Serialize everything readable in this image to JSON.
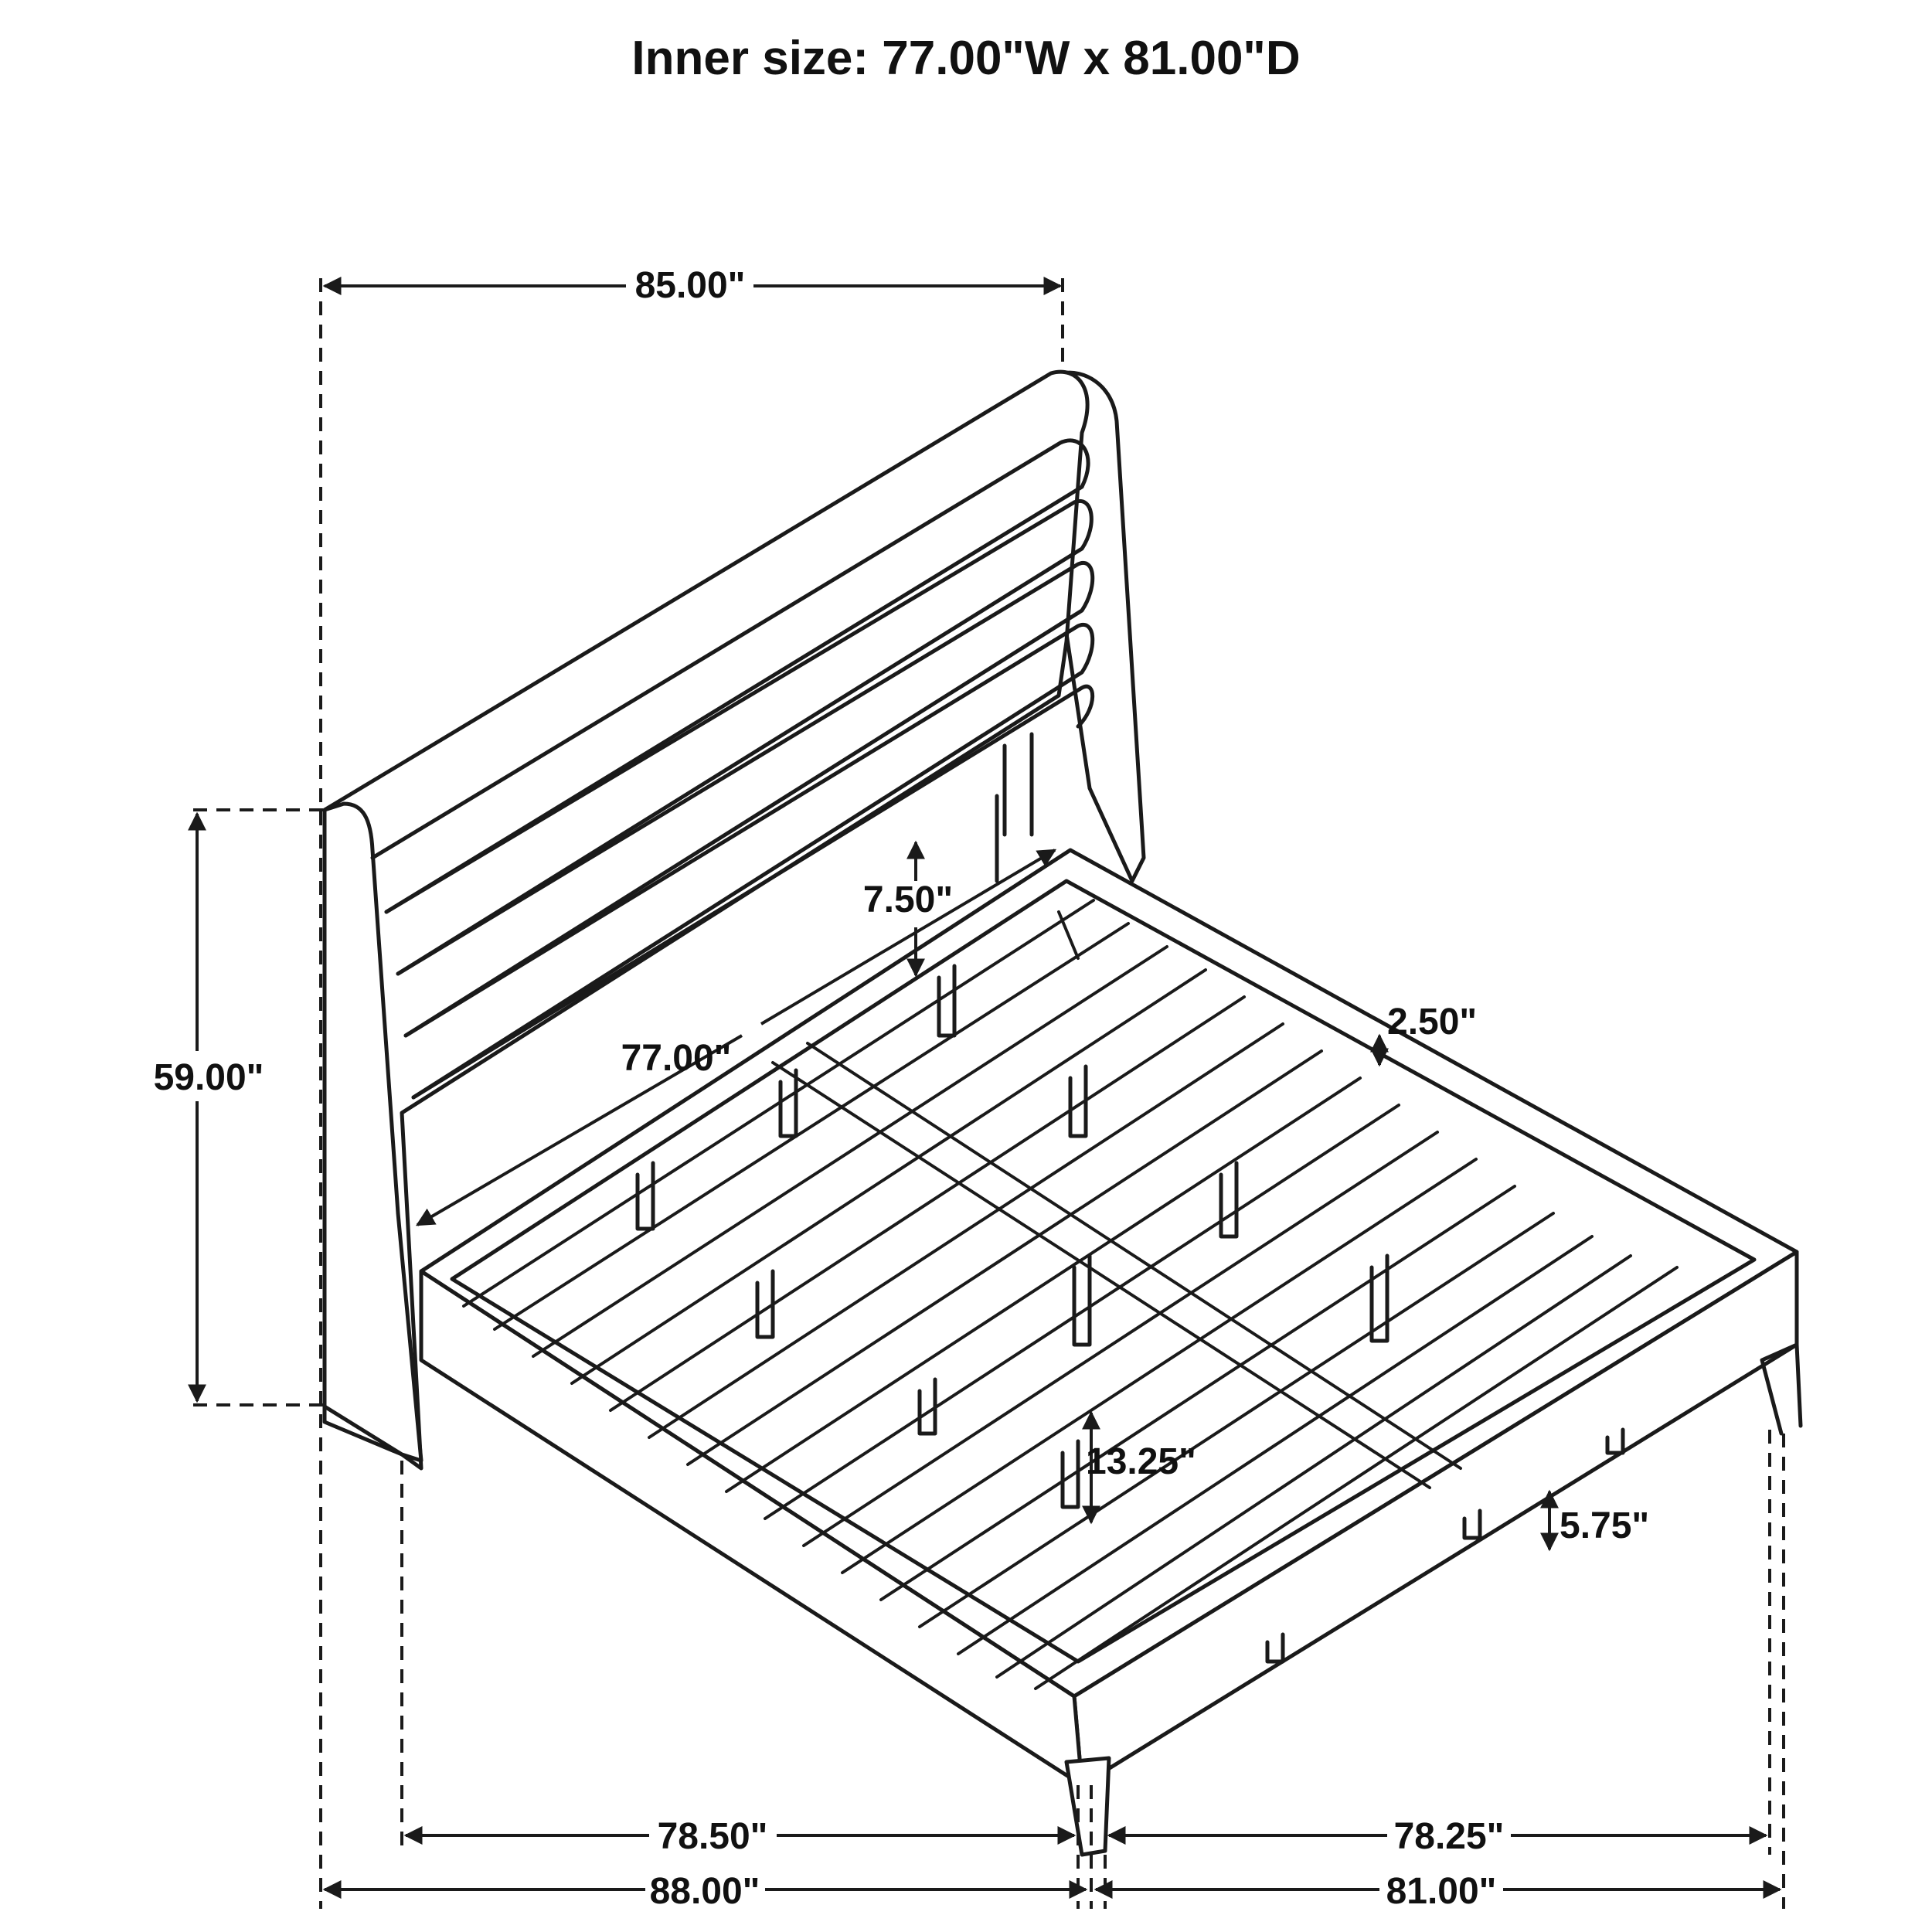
{
  "title": "Inner size: 77.00\"W x 81.00\"D",
  "dimensions": {
    "headboard_width": "85.00\"",
    "headboard_height": "59.00\"",
    "slat_length": "77.00\"",
    "rail_height": "7.50\"",
    "slat_thickness": "2.50\"",
    "clearance_height": "13.25\"",
    "leg_height": "5.75\"",
    "inner_width": "78.50\"",
    "overall_width": "88.00\"",
    "inner_length": "78.25\"",
    "overall_length": "81.00\""
  },
  "colors": {
    "line": "#1a1a1a",
    "background": "#ffffff"
  }
}
